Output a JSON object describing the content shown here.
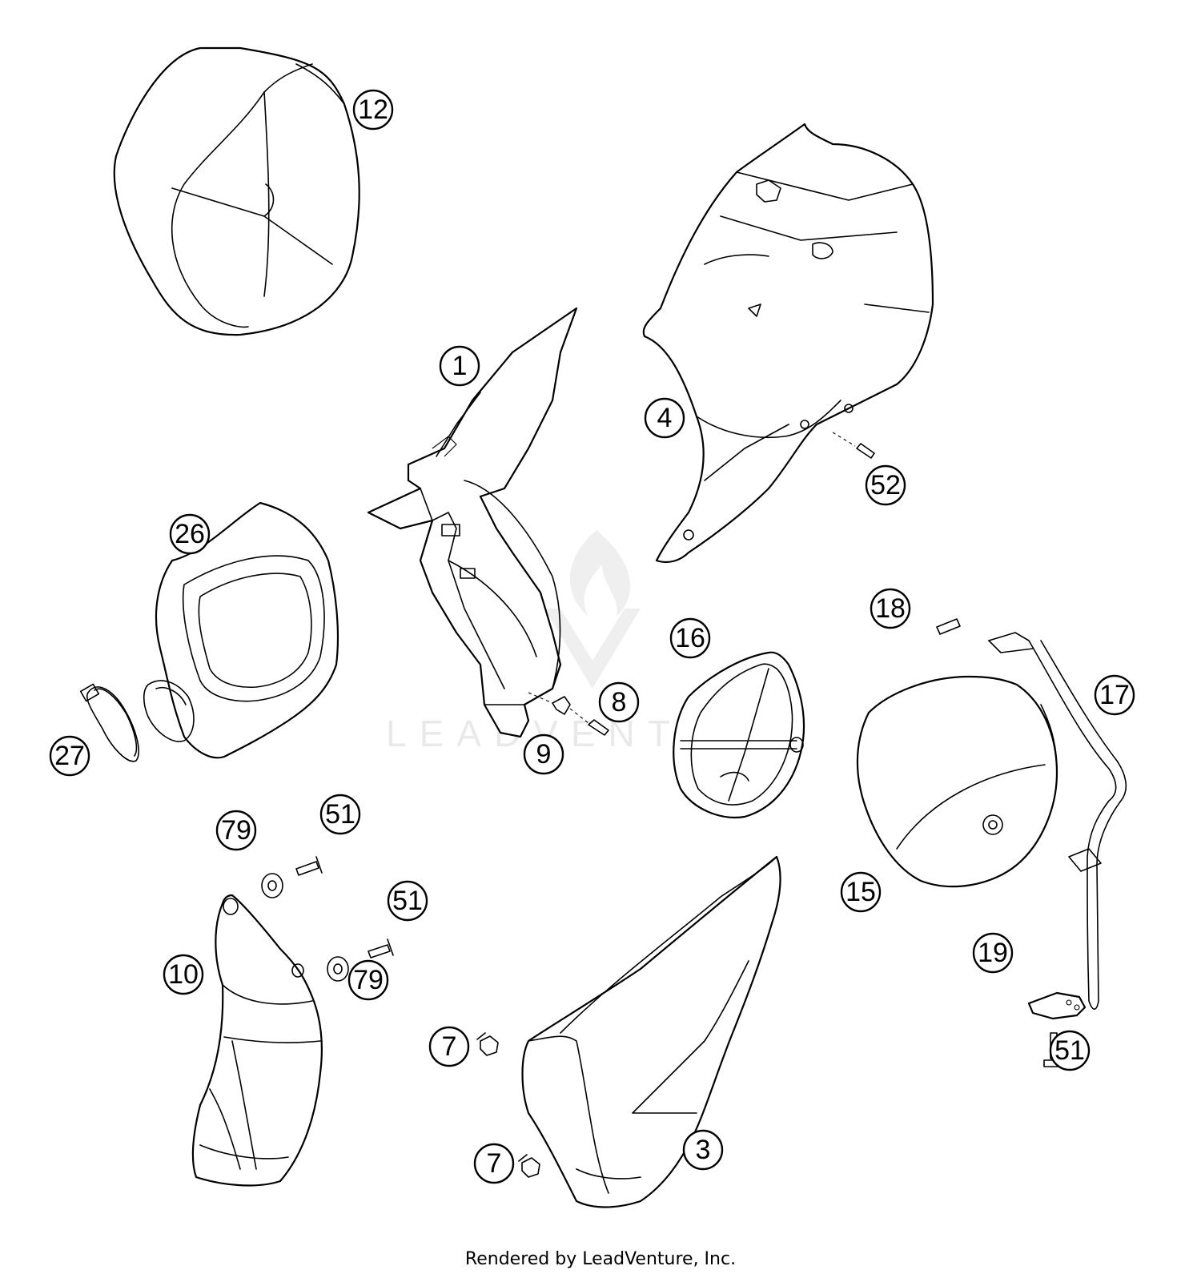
{
  "diagram": {
    "watermark_text": "LEADVENTURE",
    "footer_text": "Rendered by LeadVenture, Inc.",
    "callouts": [
      {
        "id": "c12",
        "label": "12"
      },
      {
        "id": "c1",
        "label": "1"
      },
      {
        "id": "c4",
        "label": "4"
      },
      {
        "id": "c52",
        "label": "52"
      },
      {
        "id": "c26",
        "label": "26"
      },
      {
        "id": "c18",
        "label": "18"
      },
      {
        "id": "c16",
        "label": "16"
      },
      {
        "id": "c8",
        "label": "8"
      },
      {
        "id": "c9",
        "label": "9"
      },
      {
        "id": "c17",
        "label": "17"
      },
      {
        "id": "c27",
        "label": "27"
      },
      {
        "id": "c79a",
        "label": "79"
      },
      {
        "id": "c51a",
        "label": "51"
      },
      {
        "id": "c51b",
        "label": "51"
      },
      {
        "id": "c15",
        "label": "15"
      },
      {
        "id": "c10",
        "label": "10"
      },
      {
        "id": "c79b",
        "label": "79"
      },
      {
        "id": "c19",
        "label": "19"
      },
      {
        "id": "c7a",
        "label": "7"
      },
      {
        "id": "c51c",
        "label": "51"
      },
      {
        "id": "c3",
        "label": "3"
      },
      {
        "id": "c7b",
        "label": "7"
      }
    ]
  }
}
